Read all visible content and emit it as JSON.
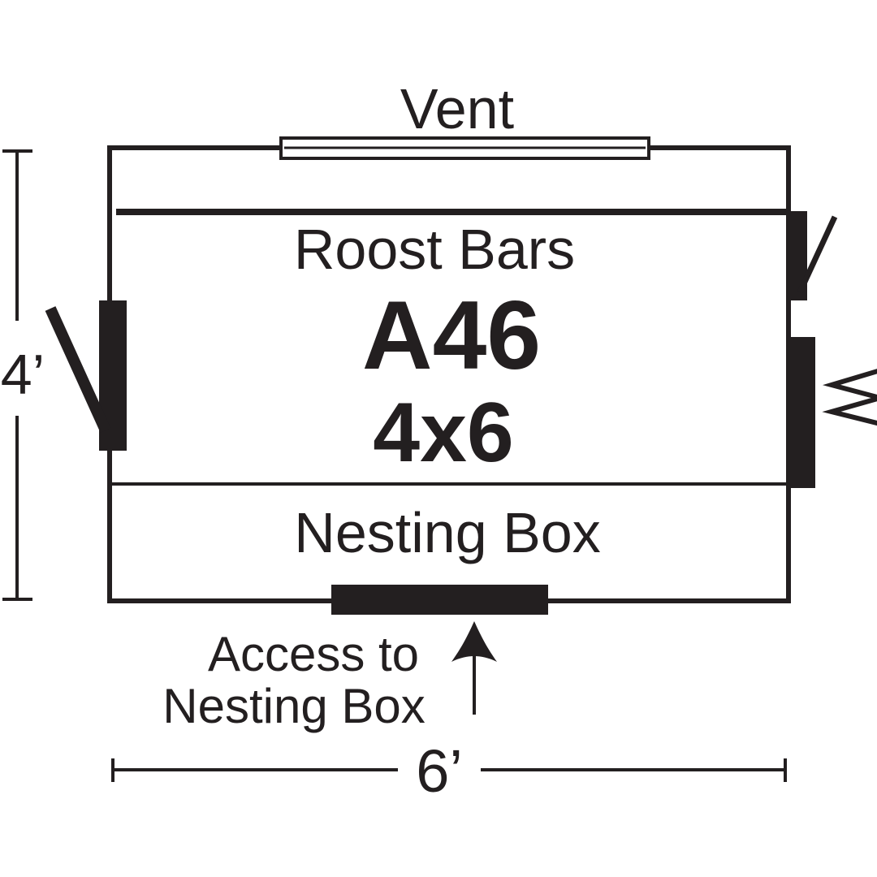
{
  "labels": {
    "vent": "Vent",
    "roost_bars": "Roost Bars",
    "model": "A46",
    "size": "4x6",
    "nesting_box": "Nesting Box",
    "access_line1": "Access to",
    "access_line2": "Nesting Box",
    "height_dim": "4’",
    "width_dim": "6’"
  },
  "colors": {
    "ink": "#231f20",
    "background": "#ffffff"
  }
}
